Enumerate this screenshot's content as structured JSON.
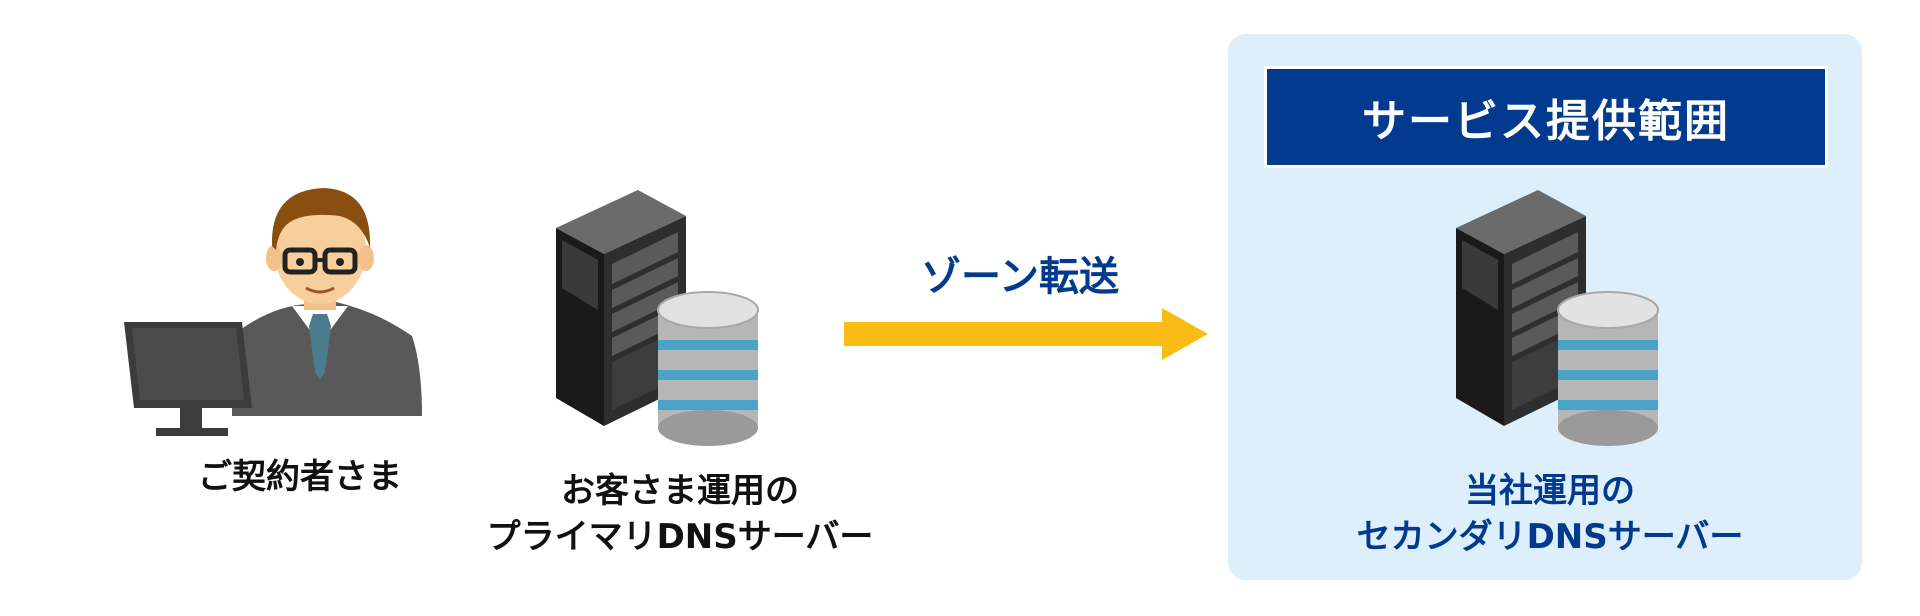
{
  "service_scope": {
    "title": "サービス提供範囲"
  },
  "customer": {
    "label": "ご契約者さま"
  },
  "primary_dns": {
    "line1": "お客さま運用の",
    "line2": "プライマリDNSサーバー"
  },
  "transfer": {
    "label": "ゾーン転送"
  },
  "secondary_dns": {
    "line1": "当社運用の",
    "line2": "セカンダリDNSサーバー"
  },
  "colors": {
    "navy": "#013a8e",
    "panel": "#dceffb",
    "arrow": "#f9bc15"
  }
}
